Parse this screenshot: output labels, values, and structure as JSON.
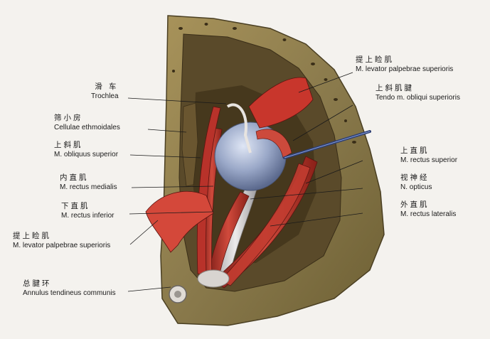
{
  "labels": {
    "trochlea": {
      "zh": "滑 车",
      "la": "Trochlea"
    },
    "ethmoid": {
      "zh": "筛小房",
      "la": "Cellulae ethmoidales"
    },
    "obl_sup": {
      "zh": "上斜肌",
      "la": "M. obliquus superior"
    },
    "rect_med": {
      "zh": "内直肌",
      "la": "M. rectus medialis"
    },
    "rect_inf": {
      "zh": "下直肌",
      "la": "M. rectus inferior"
    },
    "lev_left": {
      "zh": "提上睑肌",
      "la": "M. levator palpebrae superioris"
    },
    "annulus": {
      "zh": "总腱环",
      "la": "Annulus tendineus communis"
    },
    "lev_right": {
      "zh": "提上睑肌",
      "la": "M. levator palpebrae superioris"
    },
    "tendo": {
      "zh": "上斜肌腱",
      "la": "Tendo m. obliqui superioris"
    },
    "rect_sup": {
      "zh": "上直肌",
      "la": "M. rectus superior"
    },
    "opticus": {
      "zh": "视神经",
      "la": "N. opticus"
    },
    "rect_lat": {
      "zh": "外直肌",
      "la": "M. rectus lateralis"
    }
  },
  "colors": {
    "bone": "#8a7a4c",
    "bone_dark": "#5e5230",
    "muscle": "#b8322a",
    "muscle_light": "#d9574a",
    "eyeball": "#9aa8c8",
    "nerve": "#d8d6d4"
  }
}
